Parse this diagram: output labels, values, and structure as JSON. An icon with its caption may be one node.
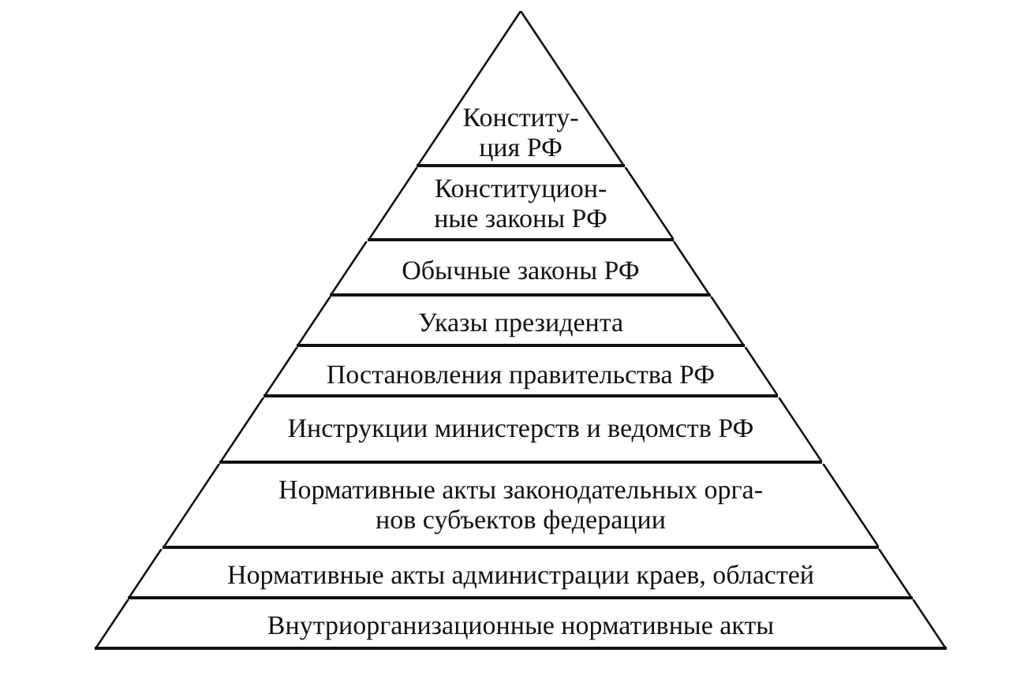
{
  "diagram": {
    "nodes": [
      {
        "text": [
          "Конститу- ция РФ"
        ]
      },
      {
        "text": [
          "Конституцион- ные законы РФ"
        ]
      },
      {
        "text": [
          "Обычные законы РФ"
        ]
      },
      {
        "text": [
          "Указы президента"
        ]
      },
      {
        "text": [
          "Постановления правительства РФ"
        ]
      },
      {
        "text": [
          "Инструкции министерств и ведомств РФ"
        ]
      },
      {
        "text": [
          "Нормативные акты законодательных орга- нов субъектов федерации"
        ]
      },
      {
        "text": [
          "Нормативные акты администрации краев, областей"
        ]
      },
      {
        "text": [
          "Внутриорганизационные нормативные акты"
        ]
      }
    ]
  }
}
